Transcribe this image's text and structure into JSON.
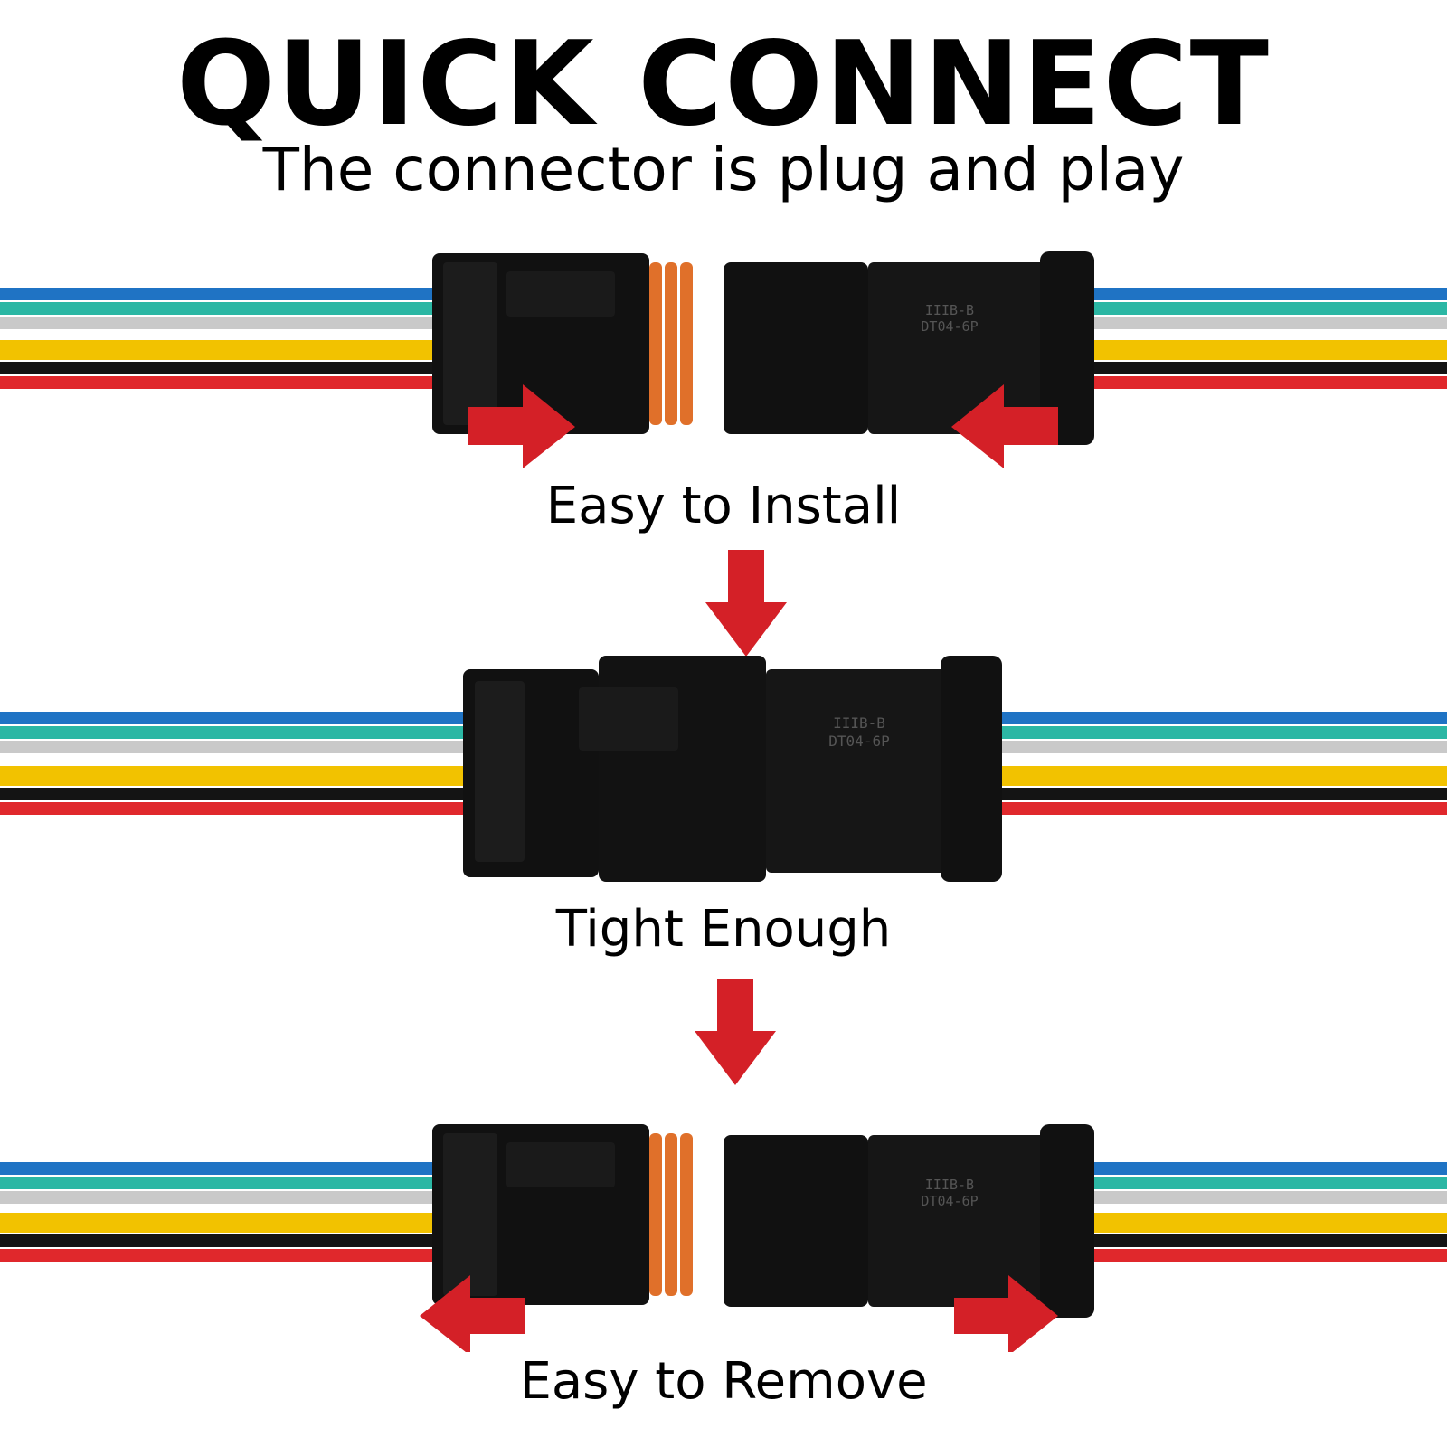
{
  "title": "QUICK CONNECT",
  "subtitle": "The connector is plug and play",
  "steps": [
    {
      "label": "Easy to Install"
    },
    {
      "label": "Tight Enough"
    },
    {
      "label": "Easy to Remove"
    }
  ],
  "connector_marking": {
    "line1": "IIIB-B",
    "line2": "DT04-6P"
  },
  "colors": {
    "arrow": "#d42027",
    "connector": "#111111",
    "seal": "#e0702a",
    "wires": [
      "#1f73c4",
      "#2bb7a4",
      "#c9c9c9",
      "#f2c200",
      "#141414",
      "#e0282c"
    ]
  }
}
